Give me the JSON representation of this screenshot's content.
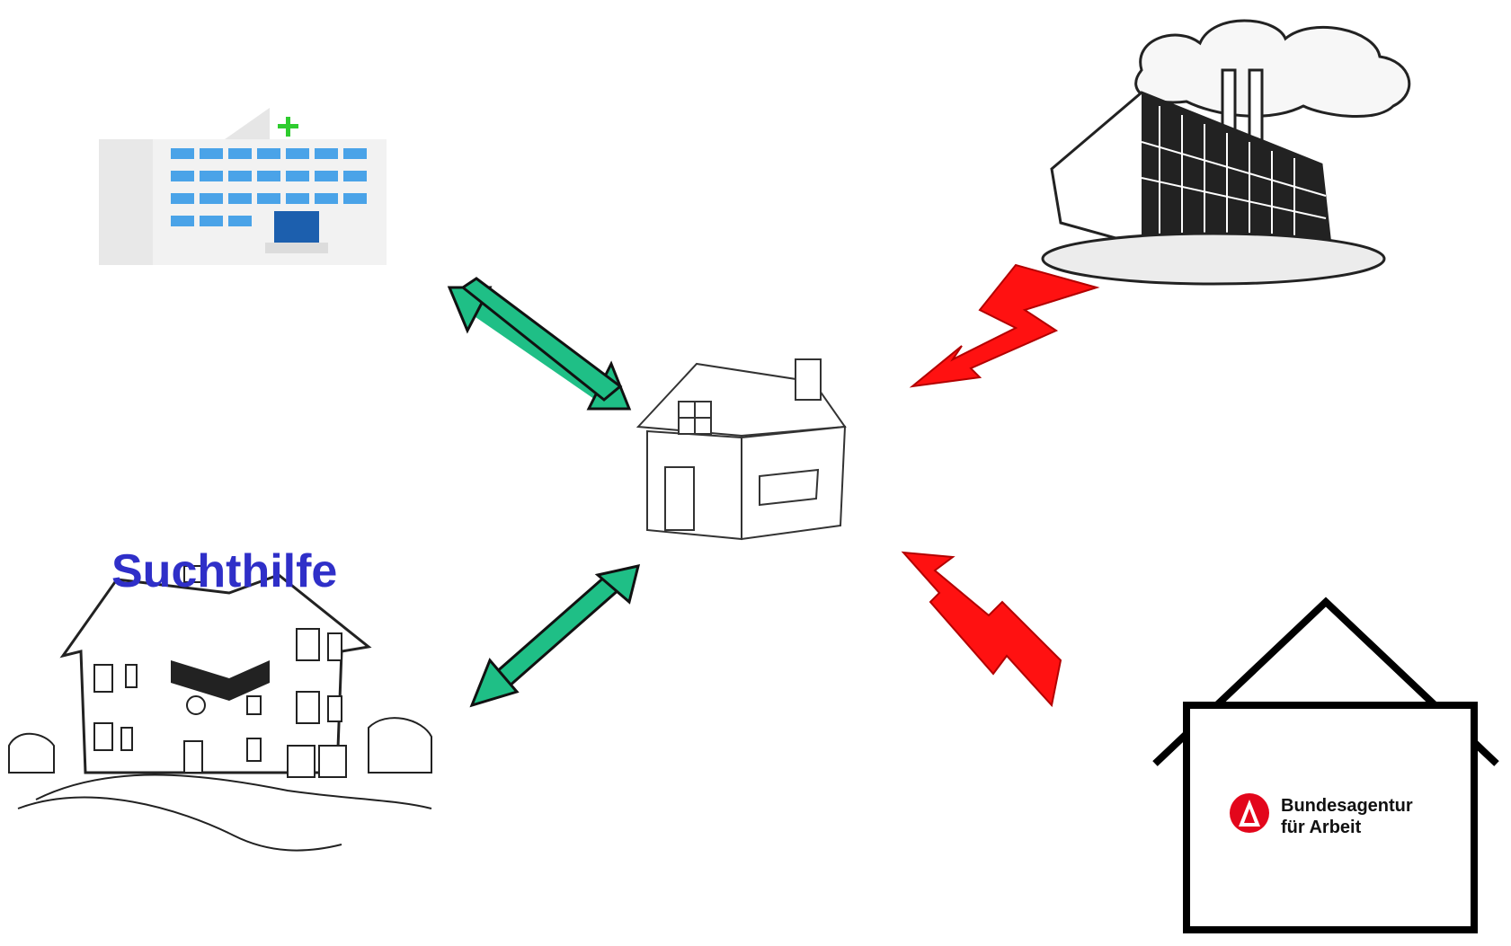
{
  "rehab": {
    "label": "Suchthilfe"
  },
  "agency": {
    "name_line1": "Bundesagentur",
    "name_line2": "für Arbeit"
  },
  "colors": {
    "green_arrow": "#1fbf86",
    "red_bolt": "#ff1111",
    "label_blue": "#2f2fc8",
    "agency_logo_red": "#e3061b",
    "hospital_window": "#4aa3e8",
    "hospital_door": "#1c5fae",
    "hospital_cross": "#2ecc2e"
  },
  "icons": [
    "hospital-icon",
    "factory-icon",
    "home-icon",
    "rehab-house-icon",
    "agency-house-icon"
  ]
}
